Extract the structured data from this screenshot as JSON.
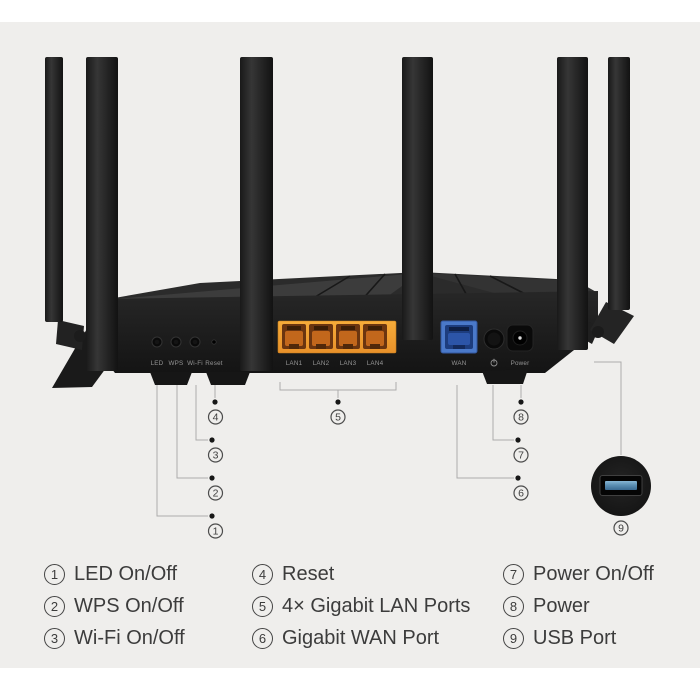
{
  "page": {
    "background": "#ffffff",
    "band_color": "#efeeec"
  },
  "device": {
    "kind": "wifi-router-rear-panel",
    "antenna_count": 6,
    "control_labels": [
      "LED",
      "WPS",
      "Wi-Fi",
      "Reset"
    ],
    "lan_labels": [
      "LAN1",
      "LAN2",
      "LAN3",
      "LAN4"
    ],
    "wan_label": "WAN",
    "power_jack_label": "Power",
    "colors": {
      "body": "#1b1b1b",
      "lan_panel_orange": "#f2a233",
      "wan_blue": "#4a79c9",
      "usb_tongue_blue": "#5c90b4"
    }
  },
  "callouts": {
    "c1": "1",
    "c2": "2",
    "c3": "3",
    "c4": "4",
    "c5": "5",
    "c6": "6",
    "c7": "7",
    "c8": "8",
    "c9": "9"
  },
  "legend": {
    "columns": [
      {
        "items": [
          {
            "num": "1",
            "label": "LED On/Off"
          },
          {
            "num": "2",
            "label": "WPS On/Off"
          },
          {
            "num": "3",
            "label": "Wi-Fi On/Off"
          }
        ]
      },
      {
        "items": [
          {
            "num": "4",
            "label": "Reset"
          },
          {
            "num": "5",
            "label": "4× Gigabit LAN Ports"
          },
          {
            "num": "6",
            "label": "Gigabit WAN Port"
          }
        ]
      },
      {
        "items": [
          {
            "num": "7",
            "label": "Power On/Off"
          },
          {
            "num": "8",
            "label": "Power"
          },
          {
            "num": "9",
            "label": "USB Port"
          }
        ]
      }
    ]
  }
}
